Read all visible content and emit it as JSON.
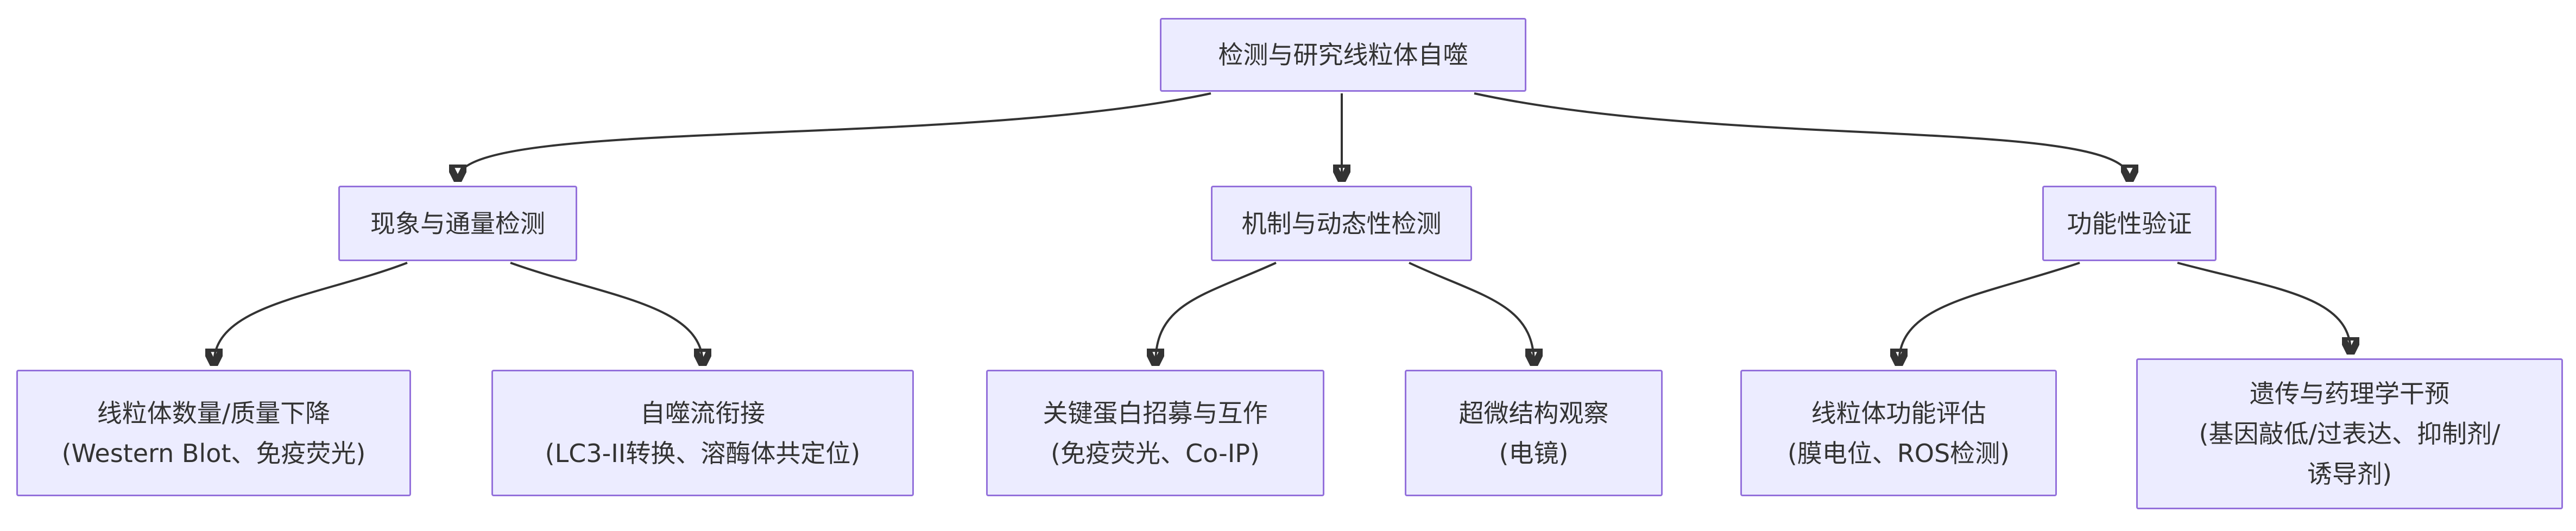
{
  "diagram": {
    "type": "flowchart-top-down",
    "colors": {
      "node_fill": "#ECECFF",
      "node_border": "#9370DB",
      "text": "#333333",
      "edge": "#333333",
      "background": "#ffffff"
    },
    "nodes": {
      "root": {
        "label": "检测与研究线粒体自噬"
      },
      "phenomenon": {
        "label": "现象与通量检测"
      },
      "mechanism": {
        "label": "机制与动态性检测"
      },
      "functional": {
        "label": "功能性验证"
      },
      "mito_decline": {
        "line1": "线粒体数量/质量下降",
        "line2": "(Western Blot、免疫荧光)"
      },
      "autophagy_flux": {
        "line1": "自噬流衔接",
        "line2": "(LC3-II转换、溶酶体共定位)"
      },
      "protein_recruit": {
        "line1": "关键蛋白招募与互作",
        "line2": "(免疫荧光、Co-IP)"
      },
      "ultrastructure": {
        "line1": "超微结构观察",
        "line2": "(电镜)"
      },
      "mito_function": {
        "line1": "线粒体功能评估",
        "line2": "(膜电位、ROS检测)"
      },
      "genetic_pharma": {
        "line1": "遗传与药理学干预",
        "line2": "(基因敲低/过表达、抑制剂/",
        "line3": "诱导剂)"
      }
    },
    "edges": [
      "root->phenomenon",
      "root->mechanism",
      "root->functional",
      "phenomenon->mito_decline",
      "phenomenon->autophagy_flux",
      "mechanism->protein_recruit",
      "mechanism->ultrastructure",
      "functional->mito_function",
      "functional->genetic_pharma"
    ]
  }
}
